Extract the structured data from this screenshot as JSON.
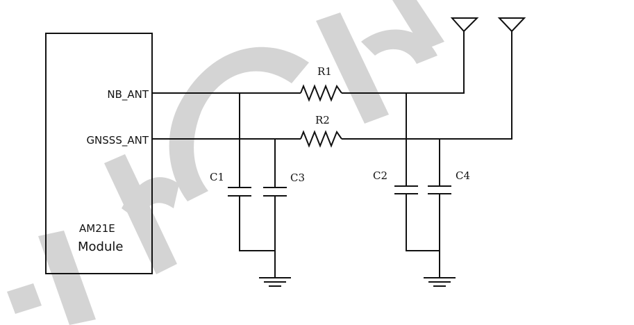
{
  "module": {
    "pin_nb": "NB_ANT",
    "pin_gnss": "GNSSS_ANT",
    "model": "AM21E",
    "label": "Module"
  },
  "components": {
    "r1": "R1",
    "r2": "R2",
    "c1": "C1",
    "c2": "C2",
    "c3": "C3",
    "c4": "C4"
  },
  "colors": {
    "line": "#111111",
    "watermark": "#d4d4d4"
  }
}
